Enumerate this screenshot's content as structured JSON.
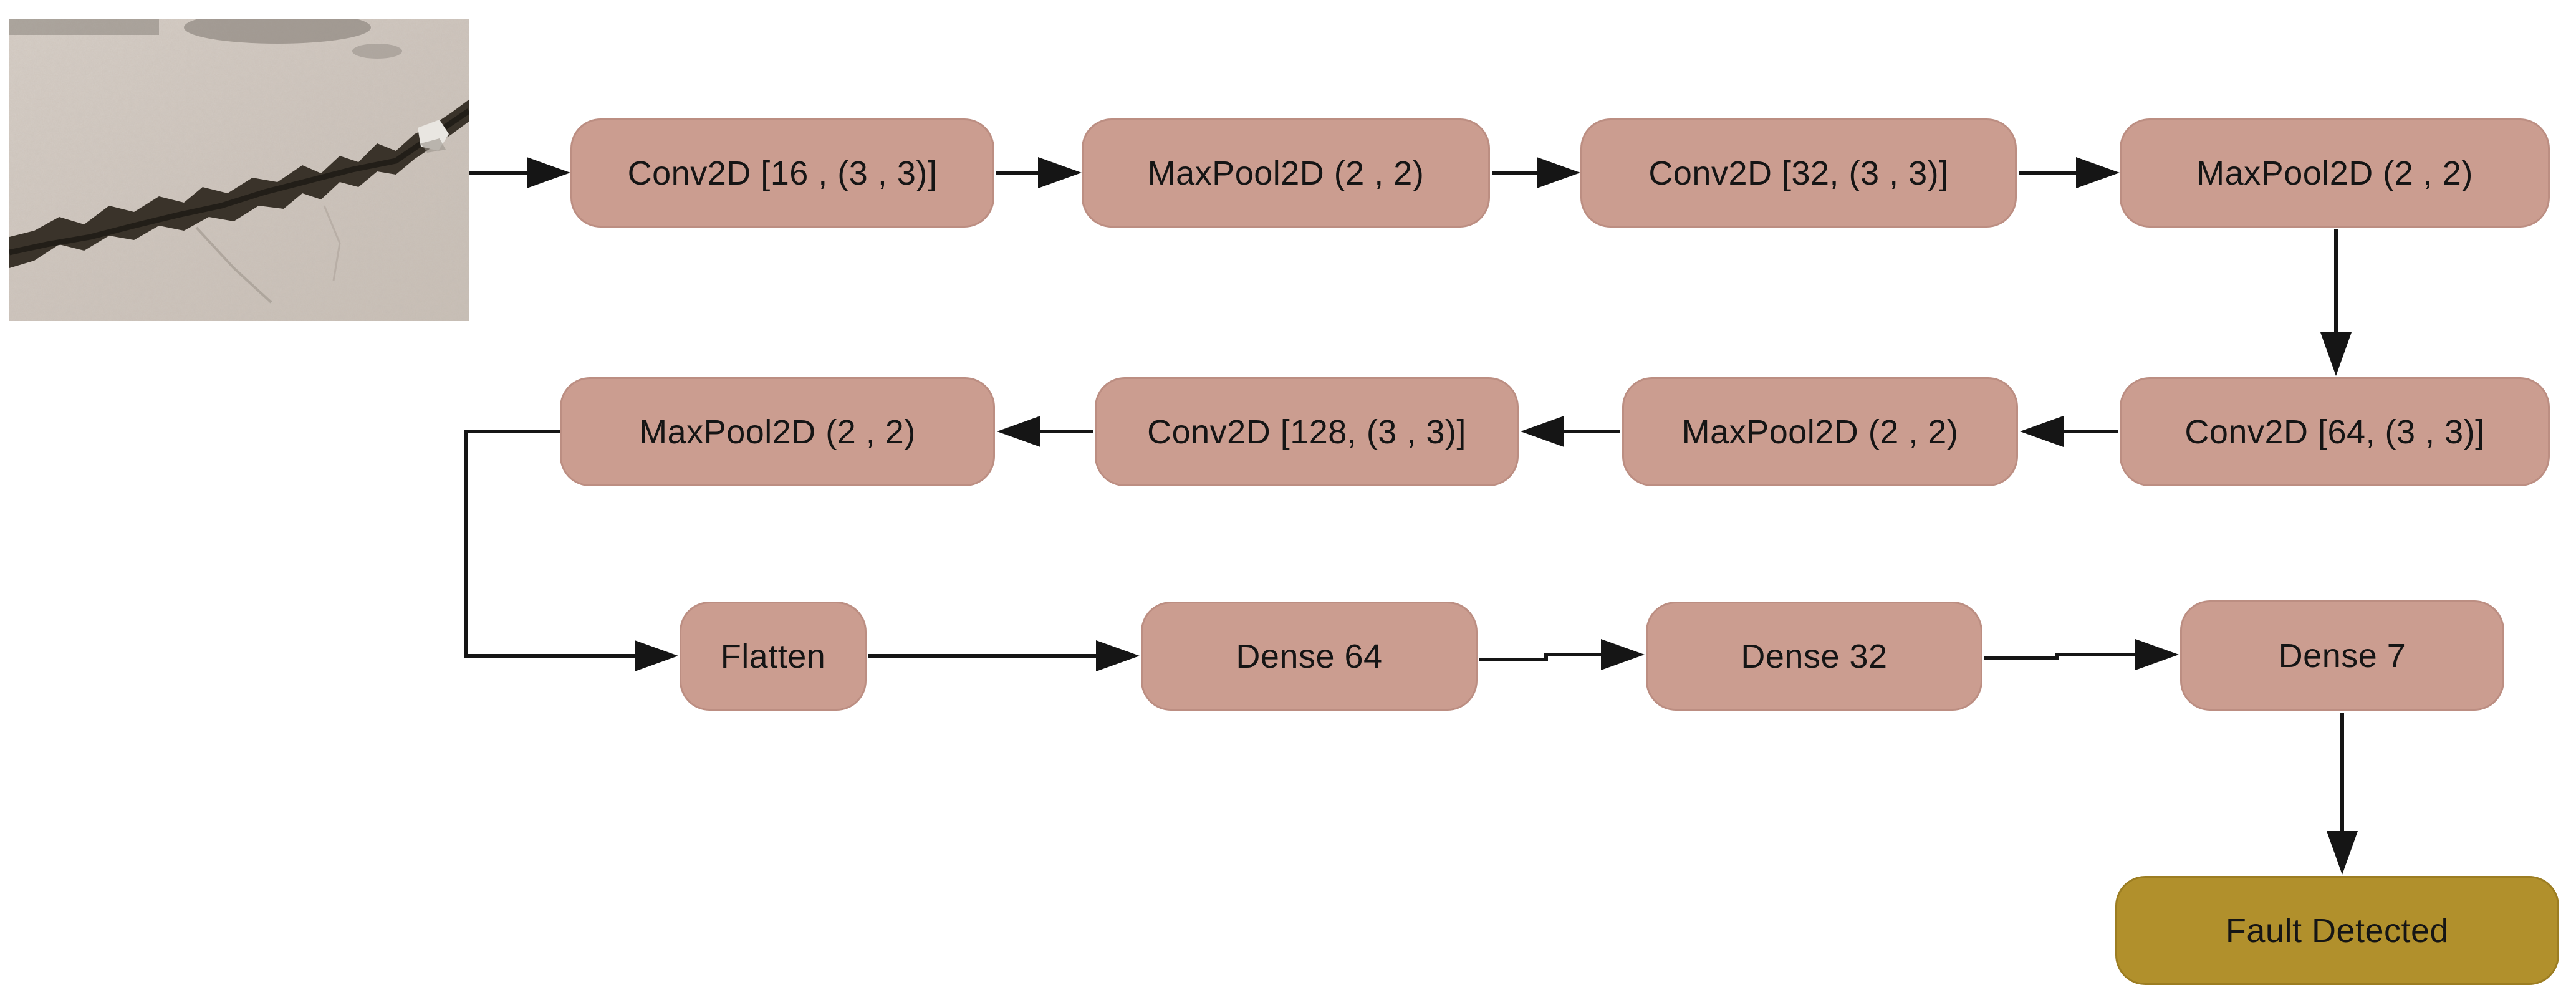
{
  "diagram": {
    "input_image": {
      "description": "Photograph of a cracked concrete surface (input sample)"
    },
    "layers": [
      {
        "id": "conv2d_16",
        "label": "Conv2D [16 , (3 , 3)]"
      },
      {
        "id": "maxpool_1",
        "label": "MaxPool2D (2 , 2)"
      },
      {
        "id": "conv2d_32",
        "label": "Conv2D [32, (3 , 3)]"
      },
      {
        "id": "maxpool_2",
        "label": "MaxPool2D (2 , 2)"
      },
      {
        "id": "conv2d_64",
        "label": "Conv2D [64, (3 , 3)]"
      },
      {
        "id": "maxpool_3",
        "label": "MaxPool2D (2 , 2)"
      },
      {
        "id": "conv2d_128",
        "label": "Conv2D [128, (3 , 3)]"
      },
      {
        "id": "maxpool_4",
        "label": "MaxPool2D (2 , 2)"
      },
      {
        "id": "flatten",
        "label": "Flatten"
      },
      {
        "id": "dense_64",
        "label": "Dense 64"
      },
      {
        "id": "dense_32",
        "label": "Dense 32"
      },
      {
        "id": "dense_7",
        "label": "Dense 7"
      }
    ],
    "output": {
      "id": "fault_detected",
      "label": "Fault Detected"
    },
    "connections": [
      {
        "from": "input_image",
        "to": "conv2d_16",
        "direction": "right"
      },
      {
        "from": "conv2d_16",
        "to": "maxpool_1",
        "direction": "right"
      },
      {
        "from": "maxpool_1",
        "to": "conv2d_32",
        "direction": "right"
      },
      {
        "from": "conv2d_32",
        "to": "maxpool_2",
        "direction": "right"
      },
      {
        "from": "maxpool_2",
        "to": "conv2d_64",
        "direction": "down"
      },
      {
        "from": "conv2d_64",
        "to": "maxpool_3",
        "direction": "left"
      },
      {
        "from": "maxpool_3",
        "to": "conv2d_128",
        "direction": "left"
      },
      {
        "from": "conv2d_128",
        "to": "maxpool_4",
        "direction": "left"
      },
      {
        "from": "maxpool_4",
        "to": "flatten",
        "direction": "elbow-down-right"
      },
      {
        "from": "flatten",
        "to": "dense_64",
        "direction": "right"
      },
      {
        "from": "dense_64",
        "to": "dense_32",
        "direction": "right"
      },
      {
        "from": "dense_32",
        "to": "dense_7",
        "direction": "right"
      },
      {
        "from": "dense_7",
        "to": "fault_detected",
        "direction": "down"
      }
    ]
  },
  "colors": {
    "layer_fill": "#cb9d90",
    "layer_border": "#bc8e82",
    "output_fill": "#b1902c",
    "output_border": "#9c7d22",
    "arrow": "#151515",
    "bg": "#ffffff",
    "text": "#151515"
  }
}
